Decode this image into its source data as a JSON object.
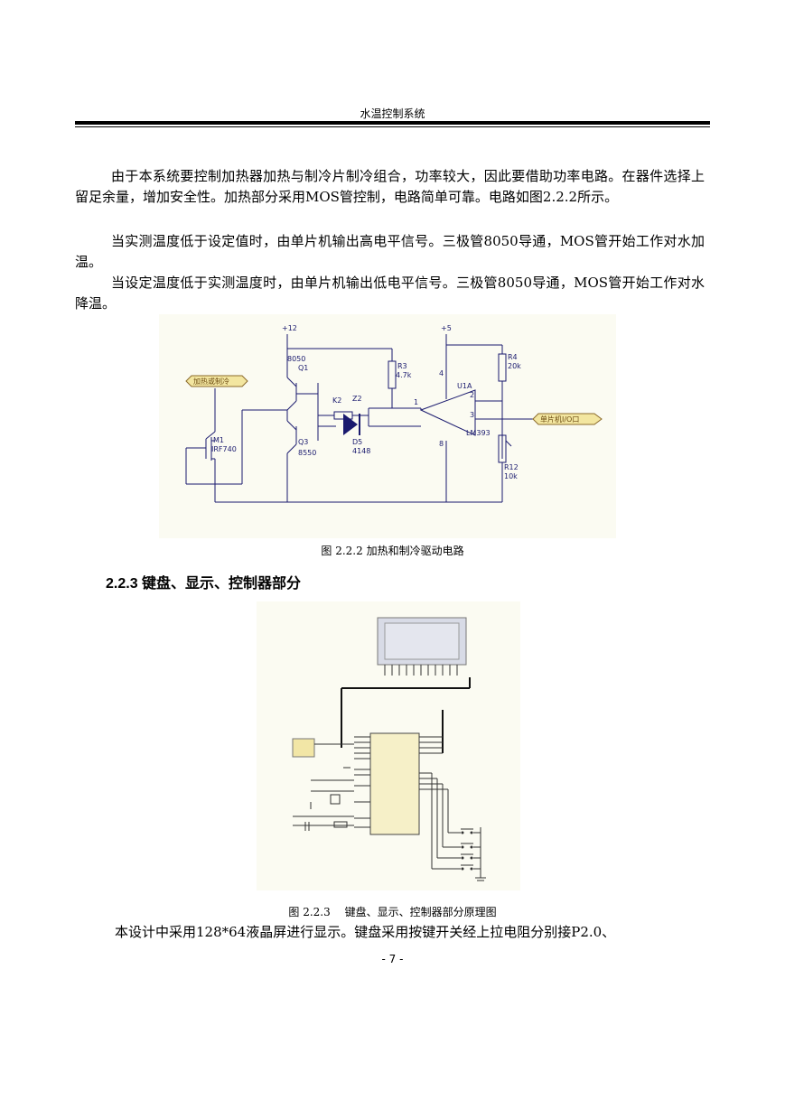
{
  "header": {
    "title": "水温控制系统"
  },
  "paragraphs": [
    "由于本系统要控制加热器加热与制冷片制冷组合，功率较大，因此要借助功率电路。在器件选择上留足余量，增加安全性。加热部分采用MOS管控制，电路简单可靠。电路如图2.2.2所示。",
    "当实测温度低于设定值时，由单片机输出高电平信号。三极管8050导通，MOS管开始工作对水加温。",
    "当设定温度低于实测温度时，由单片机输出低电平信号。三极管8050导通，MOS管开始工作对水降温。"
  ],
  "figure1": {
    "caption": "图 2.2.2 加热和制冷驱动电路",
    "labels": {
      "vcc12": "+12",
      "vcc5": "+5",
      "q1_part": "8050",
      "q1_ref": "Q1",
      "r3_ref": "R3",
      "r3_val": "4.7k",
      "r4_ref": "R4",
      "r4_val": "20k",
      "u1a": "U1A",
      "pin4": "4",
      "pin2": "2",
      "pin3": "3",
      "pin1": "1",
      "pin8": "8",
      "k2": "K2",
      "z2": "Z2",
      "d5_ref": "D5",
      "d5_val": "4148",
      "q3_ref": "Q3",
      "q3_part": "8550",
      "m1_ref": "M1",
      "m1_part": "IRF740",
      "lm393": "LM393",
      "r12_ref": "R12",
      "r12_val": "10k",
      "port_left": "加热或制冷",
      "port_right": "单片机I/O口"
    }
  },
  "section": {
    "title": "2.2.3 键盘、显示、控制器部分"
  },
  "figure2": {
    "caption": "图 2.2.3　 键盘、显示、控制器部分原理图"
  },
  "closing_paragraph": "本设计中采用128*64液晶屏进行显示。键盘采用按键开关经上拉电阻分别接P2.0、",
  "footer": {
    "page_number": "- 7 -"
  }
}
